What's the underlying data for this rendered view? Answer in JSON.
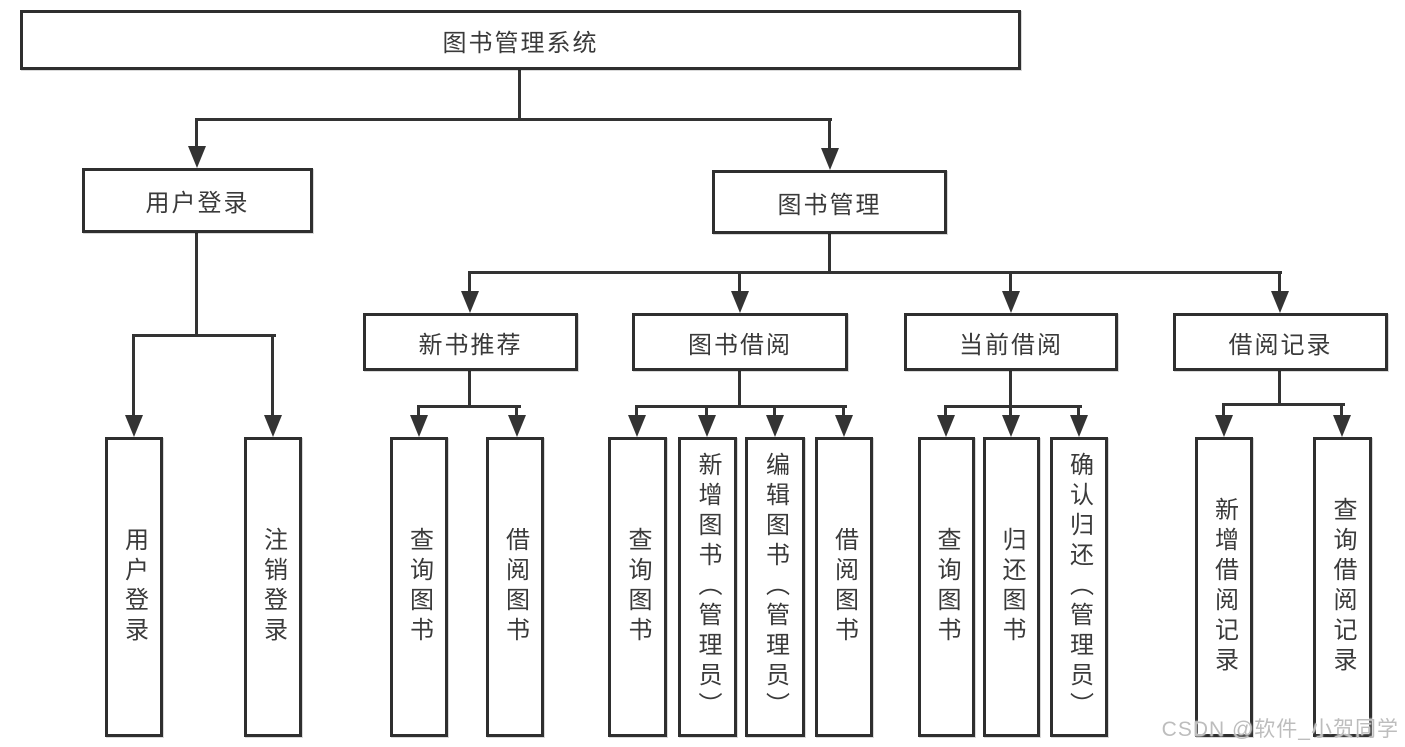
{
  "diagram": {
    "type": "hierarchy-tree",
    "colors": {
      "line": "#333333",
      "border": "#2f2f2f",
      "text": "#3a3a3a",
      "background": "#ffffff",
      "watermark": "#bdbdbd"
    },
    "tree": {
      "label": "图书管理系统",
      "children": [
        {
          "label": "用户登录",
          "children": [
            {
              "label": "用户登录"
            },
            {
              "label": "注销登录"
            }
          ]
        },
        {
          "label": "图书管理",
          "children": [
            {
              "label": "新书推荐",
              "children": [
                {
                  "label": "查询图书"
                },
                {
                  "label": "借阅图书"
                }
              ]
            },
            {
              "label": "图书借阅",
              "children": [
                {
                  "label": "查询图书"
                },
                {
                  "label": "新增图书（管理员）"
                },
                {
                  "label": "编辑图书（管理员）"
                },
                {
                  "label": "借阅图书"
                }
              ]
            },
            {
              "label": "当前借阅",
              "children": [
                {
                  "label": "查询图书"
                },
                {
                  "label": "归还图书"
                },
                {
                  "label": "确认归还（管理员）"
                }
              ]
            },
            {
              "label": "借阅记录",
              "children": [
                {
                  "label": "新增借阅记录"
                },
                {
                  "label": "查询借阅记录"
                }
              ]
            }
          ]
        }
      ]
    },
    "watermark": {
      "text": "CSDN @软件_小贺同学"
    }
  }
}
